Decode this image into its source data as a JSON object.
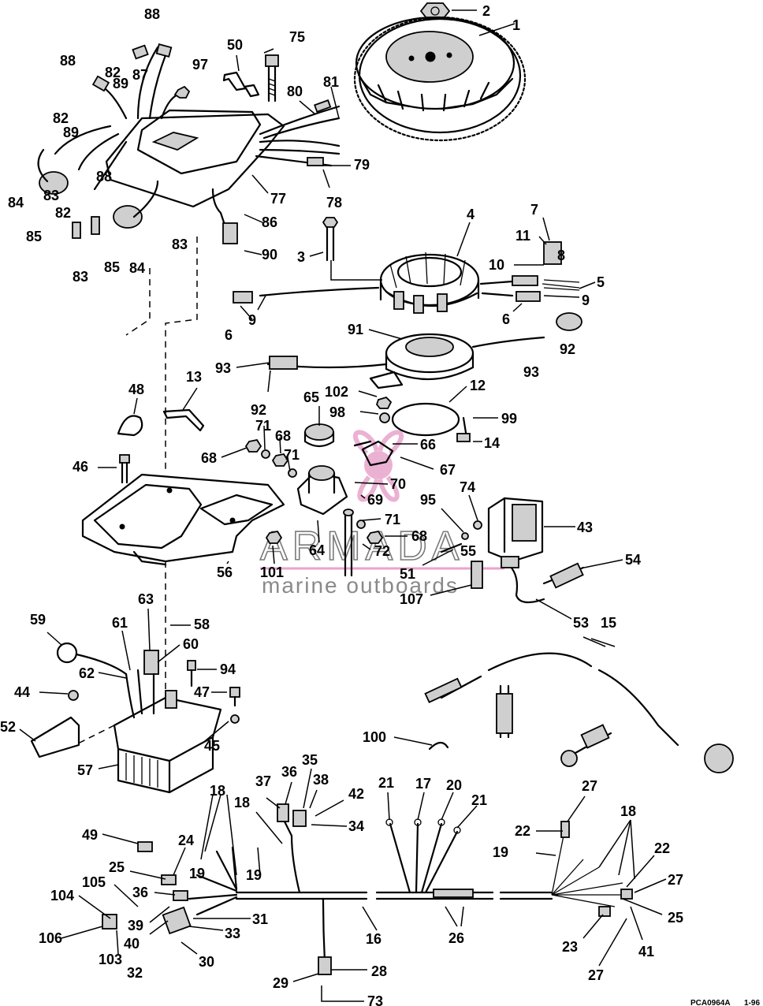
{
  "watermark": {
    "brand": "ARMADA",
    "tagline": "marine outboards",
    "logo_color": "#e8a4cc"
  },
  "figure_code": {
    "code": "PCA0964A",
    "date": "1-96"
  },
  "labels": {
    "n1": "1",
    "n2": "2",
    "n3": "3",
    "n4": "4",
    "n5": "5",
    "n6a": "6",
    "n6b": "6",
    "n7": "7",
    "n8": "8",
    "n9a": "9",
    "n9b": "9",
    "n10": "10",
    "n11": "11",
    "n12": "12",
    "n13": "13",
    "n14": "14",
    "n15": "15",
    "n16": "16",
    "n17": "17",
    "n18a": "18",
    "n18b": "18",
    "n18c": "18",
    "n19a": "19",
    "n19b": "19",
    "n19c": "19",
    "n20": "20",
    "n21a": "21",
    "n21b": "21",
    "n22a": "22",
    "n22b": "22",
    "n23": "23",
    "n24": "24",
    "n25a": "25",
    "n25b": "25",
    "n26": "26",
    "n27a": "27",
    "n27b": "27",
    "n27c": "27",
    "n28": "28",
    "n29": "29",
    "n30": "30",
    "n31": "31",
    "n32": "32",
    "n33": "33",
    "n34": "34",
    "n35": "35",
    "n36a": "36",
    "n36b": "36",
    "n37": "37",
    "n38": "38",
    "n39": "39",
    "n40": "40",
    "n41": "41",
    "n42": "42",
    "n43": "43",
    "n44": "44",
    "n45": "45",
    "n46": "46",
    "n47": "47",
    "n48": "48",
    "n49": "49",
    "n50": "50",
    "n51": "51",
    "n52": "52",
    "n53": "53",
    "n54": "54",
    "n55": "55",
    "n56": "56",
    "n57": "57",
    "n58": "58",
    "n59": "59",
    "n60": "60",
    "n61": "61",
    "n62": "62",
    "n63": "63",
    "n64": "64",
    "n65": "65",
    "n66": "66",
    "n67": "67",
    "n68a": "68",
    "n68b": "68",
    "n68c": "68",
    "n69": "69",
    "n70": "70",
    "n71a": "71",
    "n71b": "71",
    "n71c": "71",
    "n72": "72",
    "n73": "73",
    "n74": "74",
    "n75": "75",
    "n77": "77",
    "n78": "78",
    "n79": "79",
    "n80": "80",
    "n81": "81",
    "n82a": "82",
    "n82b": "82",
    "n82c": "82",
    "n83a": "83",
    "n83b": "83",
    "n83c": "83",
    "n84a": "84",
    "n84b": "84",
    "n85a": "85",
    "n85b": "85",
    "n86": "86",
    "n87": "87",
    "n88a": "88",
    "n88b": "88",
    "n88c": "88",
    "n89a": "89",
    "n89b": "89",
    "n90": "90",
    "n91": "91",
    "n92a": "92",
    "n92b": "92",
    "n93a": "93",
    "n93b": "93",
    "n94": "94",
    "n95": "95",
    "n97": "97",
    "n98": "98",
    "n99": "99",
    "n100": "100",
    "n101": "101",
    "n102": "102",
    "n103": "103",
    "n104": "104",
    "n105": "105",
    "n106": "106",
    "n107": "107"
  }
}
